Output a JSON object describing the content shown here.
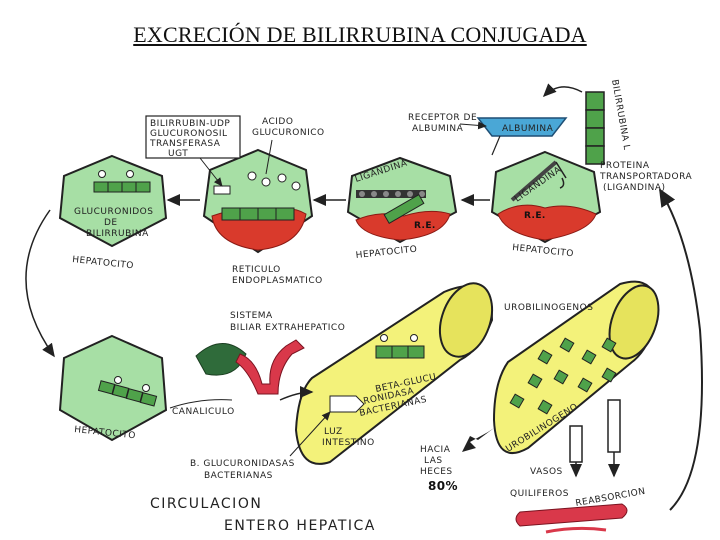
{
  "title": "EXCRECIÓN DE BILIRRUBINA CONJUGADA",
  "colors": {
    "hepatocyte_green": "#a7dfa5",
    "reticulum_red": "#d93a2c",
    "conjugate_green": "#4fa24a",
    "intestine_yellow": "#f3f27a",
    "albumin_blue": "#4aa7d6",
    "vessel_red": "#d9384a",
    "arrow_dark": "#222222"
  },
  "labels": {
    "bilirrubina_l": "BILIRRUBINA L",
    "receptor_albumina": [
      "RECEPTOR DE",
      "ALBUMINA"
    ],
    "albumina": "ALBUMINA",
    "proteina": [
      "PROTEINA",
      "TRANSPORTADORA",
      "(LIGANDINA)"
    ],
    "ligandina_right": "LIGANDINA",
    "re": "R.E.",
    "hepatocito": "HEPATOCITO",
    "ligandina_mid": "LIGANDINA",
    "acido": [
      "ACIDO",
      "GLUCURONICO"
    ],
    "udp": [
      "BILIRRUBIN-UDP",
      "GLUCURONOSIL",
      "TRANSFERASA",
      "UGT"
    ],
    "reticulo": [
      "RETICULO",
      "ENDOPLASMATICO"
    ],
    "glucuronidos": [
      "GLUCURONIDOS",
      "DE",
      "BILIRRUBINA"
    ],
    "sistema": [
      "SISTEMA",
      "BILIAR EXTRAHEPATICO"
    ],
    "canaliculo": "CANALICULO",
    "beta": [
      "BETA-GLUCU",
      "RONIDASA",
      "BACTERIANAS"
    ],
    "luz": [
      "LUZ",
      "INTESTINO"
    ],
    "beta_bact": [
      "B. GLUCURONIDASAS",
      "BACTERIANAS"
    ],
    "urobilinogenos": "UROBILINOGENOS",
    "urobilinogeno": "UROBILINOGENO",
    "hacia": [
      "HACIA",
      "LAS",
      "HECES"
    ],
    "pct": "80%",
    "vasos": [
      "VASOS",
      "QUILIFEROS"
    ],
    "reabsorcion": "REABSORCION",
    "circulacion": [
      "CIRCULACION",
      "ENTERO HEPATICA"
    ]
  }
}
